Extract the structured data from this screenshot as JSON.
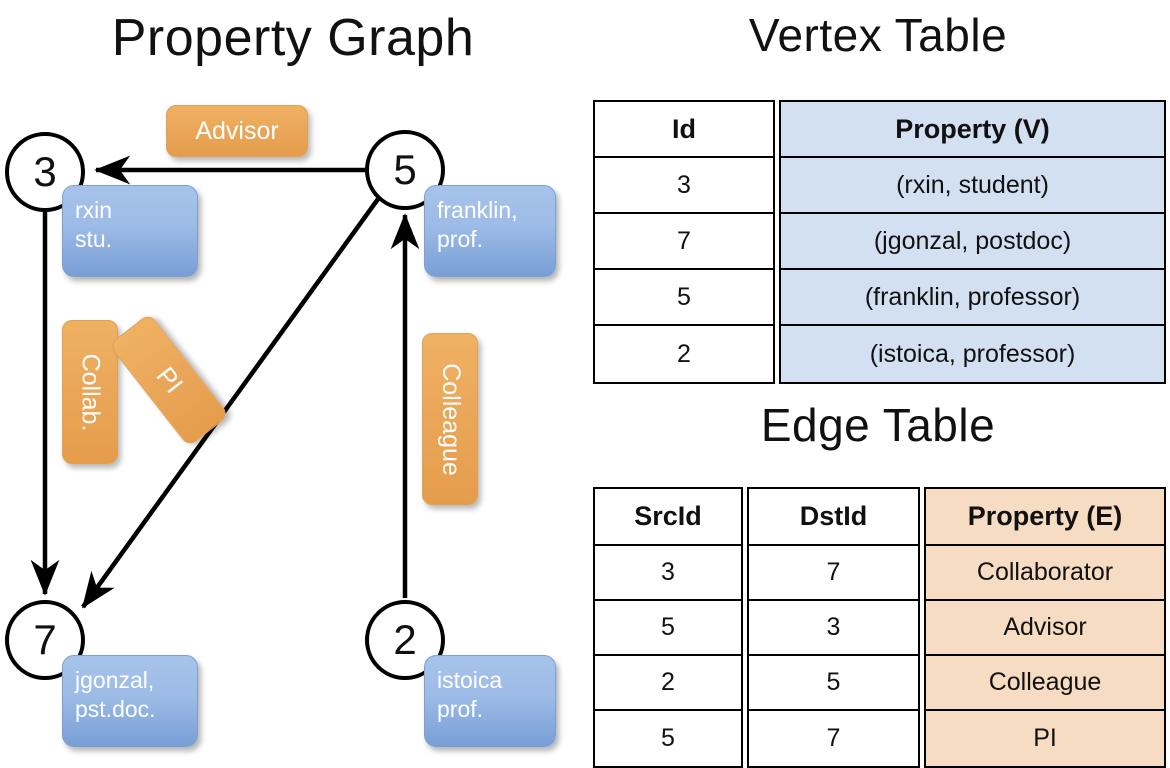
{
  "titles": {
    "property_graph": "Property Graph",
    "vertex_table": "Vertex Table",
    "edge_table": "Edge Table"
  },
  "colors": {
    "vertex_property_fill": "#d3e0f2",
    "edge_property_fill": "#f6dcc2",
    "vertex_box_fill": "#9cbbe6",
    "edge_label_fill": "#eaa658",
    "stroke": "#000000",
    "text": "#111111"
  },
  "graph": {
    "nodes": [
      {
        "id": "3",
        "label": "3",
        "property_line1": "rxin",
        "property_line2": "stu."
      },
      {
        "id": "5",
        "label": "5",
        "property_line1": "franklin,",
        "property_line2": "prof."
      },
      {
        "id": "7",
        "label": "7",
        "property_line1": "jgonzal,",
        "property_line2": "pst.doc."
      },
      {
        "id": "2",
        "label": "2",
        "property_line1": "istoica",
        "property_line2": "prof."
      }
    ],
    "edge_labels": [
      {
        "name": "advisor",
        "text": "Advisor",
        "src": "5",
        "dst": "3"
      },
      {
        "name": "collab",
        "text": "Collab.",
        "src": "3",
        "dst": "7"
      },
      {
        "name": "pi",
        "text": "PI",
        "src": "5",
        "dst": "7"
      },
      {
        "name": "colleague",
        "text": "Colleague",
        "src": "2",
        "dst": "5"
      }
    ]
  },
  "vertex_table": {
    "headers": [
      "Id",
      "Property (V)"
    ],
    "rows": [
      {
        "id": "3",
        "property": "(rxin, student)"
      },
      {
        "id": "7",
        "property": "(jgonzal, postdoc)"
      },
      {
        "id": "5",
        "property": "(franklin, professor)"
      },
      {
        "id": "2",
        "property": "(istoica, professor)"
      }
    ]
  },
  "edge_table": {
    "headers": [
      "SrcId",
      "DstId",
      "Property (E)"
    ],
    "rows": [
      {
        "src": "3",
        "dst": "7",
        "property": "Collaborator"
      },
      {
        "src": "5",
        "dst": "3",
        "property": "Advisor"
      },
      {
        "src": "2",
        "dst": "5",
        "property": "Colleague"
      },
      {
        "src": "5",
        "dst": "7",
        "property": "PI"
      }
    ]
  }
}
